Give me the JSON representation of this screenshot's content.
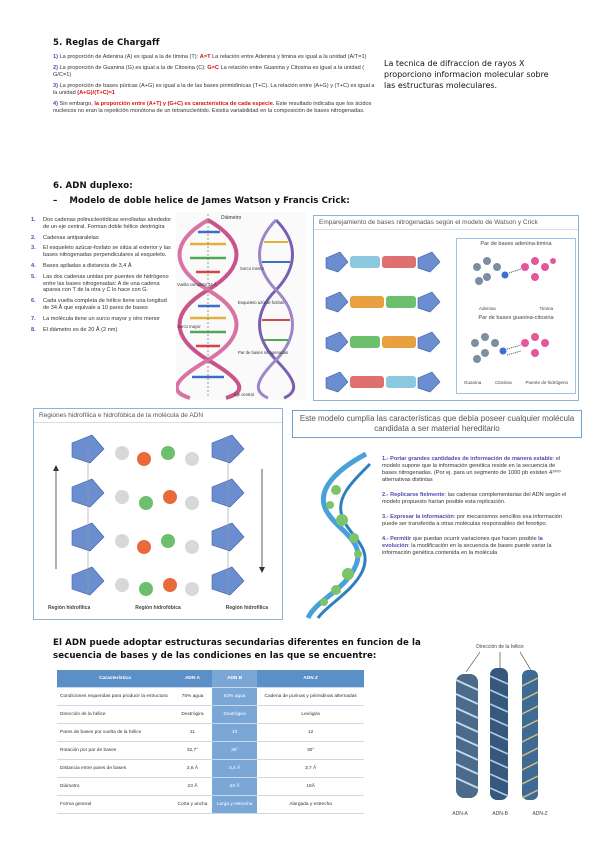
{
  "section5": {
    "title": "5.   Reglas de Chargaff",
    "rules": [
      {
        "n": "1)",
        "text": "La proporción de Adenina (A) es igual a la de timina (T): ",
        "hl": "A=T",
        "rest": " La relación entre Adenina y timina es igual a la unidad (A/T=1)"
      },
      {
        "n": "2)",
        "text": "La proporción de Guanina (G) es igual a la de Citosina (C): ",
        "hl": "G=C",
        "rest": " La relación entre Guanina y Citosina es igual a la unidad ( G/C=1)"
      },
      {
        "n": "3)",
        "text": "La proporción de bases púricas (A+G) es igual a la de las bases pirimidínicas (T+C). La relación entre (A+G) y (T+C) es igual a la unidad ",
        "hl": "(A+G)/(T+C)=1",
        "rest": ""
      },
      {
        "n": "4)",
        "text": "Sin embargo, ",
        "hl": "la proporción entre (A+T) y (G+C) es característica de cada especie.",
        "rest": " Este resultado indicaba que los ácidos nucleicos no eran la repetición monótona de un tetranucleótido. Existía variabilidad en la composición de bases nitrogenadas."
      }
    ]
  },
  "side_note": "La tecnica de difraccion de rayos X proporciono informacion molecular sobre las estructuras moleculares.",
  "section6": {
    "title": "6.   ADN duplexo:",
    "subtitle": "Modelo de doble helice de James Watson y Francis Crick:",
    "items": [
      {
        "n": "1.",
        "text": "Dos cadenas polinucleotídicas enrolladas alrededor de un eje central. Forman doble hélice dextrógira"
      },
      {
        "n": "2.",
        "text": "Cadenas antiparalelas"
      },
      {
        "n": "3.",
        "text": "El esqueleto azúcar-fosfato se sitúa al exterior y las bases nitrogenadas perpendiculares al esqueleto."
      },
      {
        "n": "4.",
        "text": "Bases apiladas a distancia de 3,4 Å"
      },
      {
        "n": "5.",
        "text": "Las dos cadenas unidas por puentes de hidrógeno entre las bases nitrogenadas: A de una cadena aparea con T de la otra y C lo hace con G."
      },
      {
        "n": "6.",
        "text": "Cada vuelta completa de hélice tiene una longitud de 34 Å que equivale a 10 pares de bases"
      },
      {
        "n": "7.",
        "text": "La molécula tiene un surco mayor y otro menor"
      },
      {
        "n": "8.",
        "text": "El diámetro es de 20 Å (2 nm)"
      }
    ]
  },
  "helix_figure": {
    "labels": [
      "Diámetro",
      "Vuelta completa 34 Å",
      "Surco mayor",
      "Surco menor",
      "Esqueleto azúcar-fosfato",
      "Par de bases nitrogenadas",
      "Eje central"
    ]
  },
  "pairing_panel": {
    "title": "Emparejamiento de bases nitrogenadas según el modelo de Watson y Crick",
    "pair1_title": "Par de bases adenina-timina",
    "pair2_title": "Par de bases guanina-citosina",
    "labels": [
      "Adenina",
      "Timina",
      "Guanina",
      "Citosina",
      "Puente de hidrógeno"
    ]
  },
  "regions_panel": {
    "title": "Regiones hidrofílica e hidrofóbica de la molécula de ADN",
    "labels": [
      "Región hidrofílica",
      "Región hidrofóbica",
      "Región hidrofílica"
    ]
  },
  "model_box": "Este modelo cumplía las características que debía poseer cualquier molécula candidata a ser material hereditario",
  "properties": [
    {
      "n": "1.-",
      "hl": "Portar grandes cantidades de información de manera estable",
      "text": ": el modelo supone que la información genética reside en la secuencia de bases nitrogenadas. (Por ej. para un segmento de 1000 pb existen 4¹⁰⁰⁰ alternativas distintas"
    },
    {
      "n": "2.-",
      "hl": "Replicarse fielmente",
      "text": ": las cadenas complementarias del ADN según el modelo propuesto harían posible esta replicación."
    },
    {
      "n": "3.-",
      "hl": "Expresar la información",
      "text": ": por mecanismos sencillos esa información puede ser transferida a otras moléculas responsables del fenotipo."
    },
    {
      "n": "4.-",
      "hl": "Permitir",
      "text": " que puedan ocurrir variaciones que hacen posible ",
      "hl2": "la evolución",
      "rest": ": la modificación en la secuencia de bases puede variar la información genética contenida en la molécula"
    }
  ],
  "bottom_title": "El ADN puede adoptar estructuras secundarias diferentes en funcion de la secuencia de bases y de las condiciones en las que se encuentre:",
  "table": {
    "headers": [
      "Característica",
      "ADN A",
      "ADN B",
      "ADN Z"
    ],
    "rows": [
      [
        "Condiciones requeridas para producir la estructura",
        "75% agua",
        "92% agua",
        "Cadena de purinas y pirimidinas alternadas"
      ],
      [
        "Dirección de la hélice",
        "Dextrógira",
        "Dextrógira",
        "Levógira"
      ],
      [
        "Pares de bases por vuelta de la hélice",
        "11",
        "10",
        "12"
      ],
      [
        "Rotación por par de bases",
        "32,7°",
        "36°",
        "30°"
      ],
      [
        "Distancia entre pares de bases",
        "2,6 Å",
        "3,4 Å",
        "3,7 Å"
      ],
      [
        "Diámetro",
        "23 Å",
        "20 Å",
        "18Å"
      ],
      [
        "Forma general",
        "Corta y ancha",
        "Larga y estrecha",
        "Alargada y estrecha"
      ]
    ]
  },
  "forms_figure": {
    "title": "Dirección de la hélice",
    "labels": [
      "ADN-A",
      "ADN-B",
      "ADN-Z"
    ]
  },
  "colors": {
    "accent": "#4b4bb0",
    "highlight": "#d11111",
    "panel_border": "#8cb4d8",
    "table_header": "#5b8fc7",
    "table_highlight": "#7aa7d6"
  }
}
